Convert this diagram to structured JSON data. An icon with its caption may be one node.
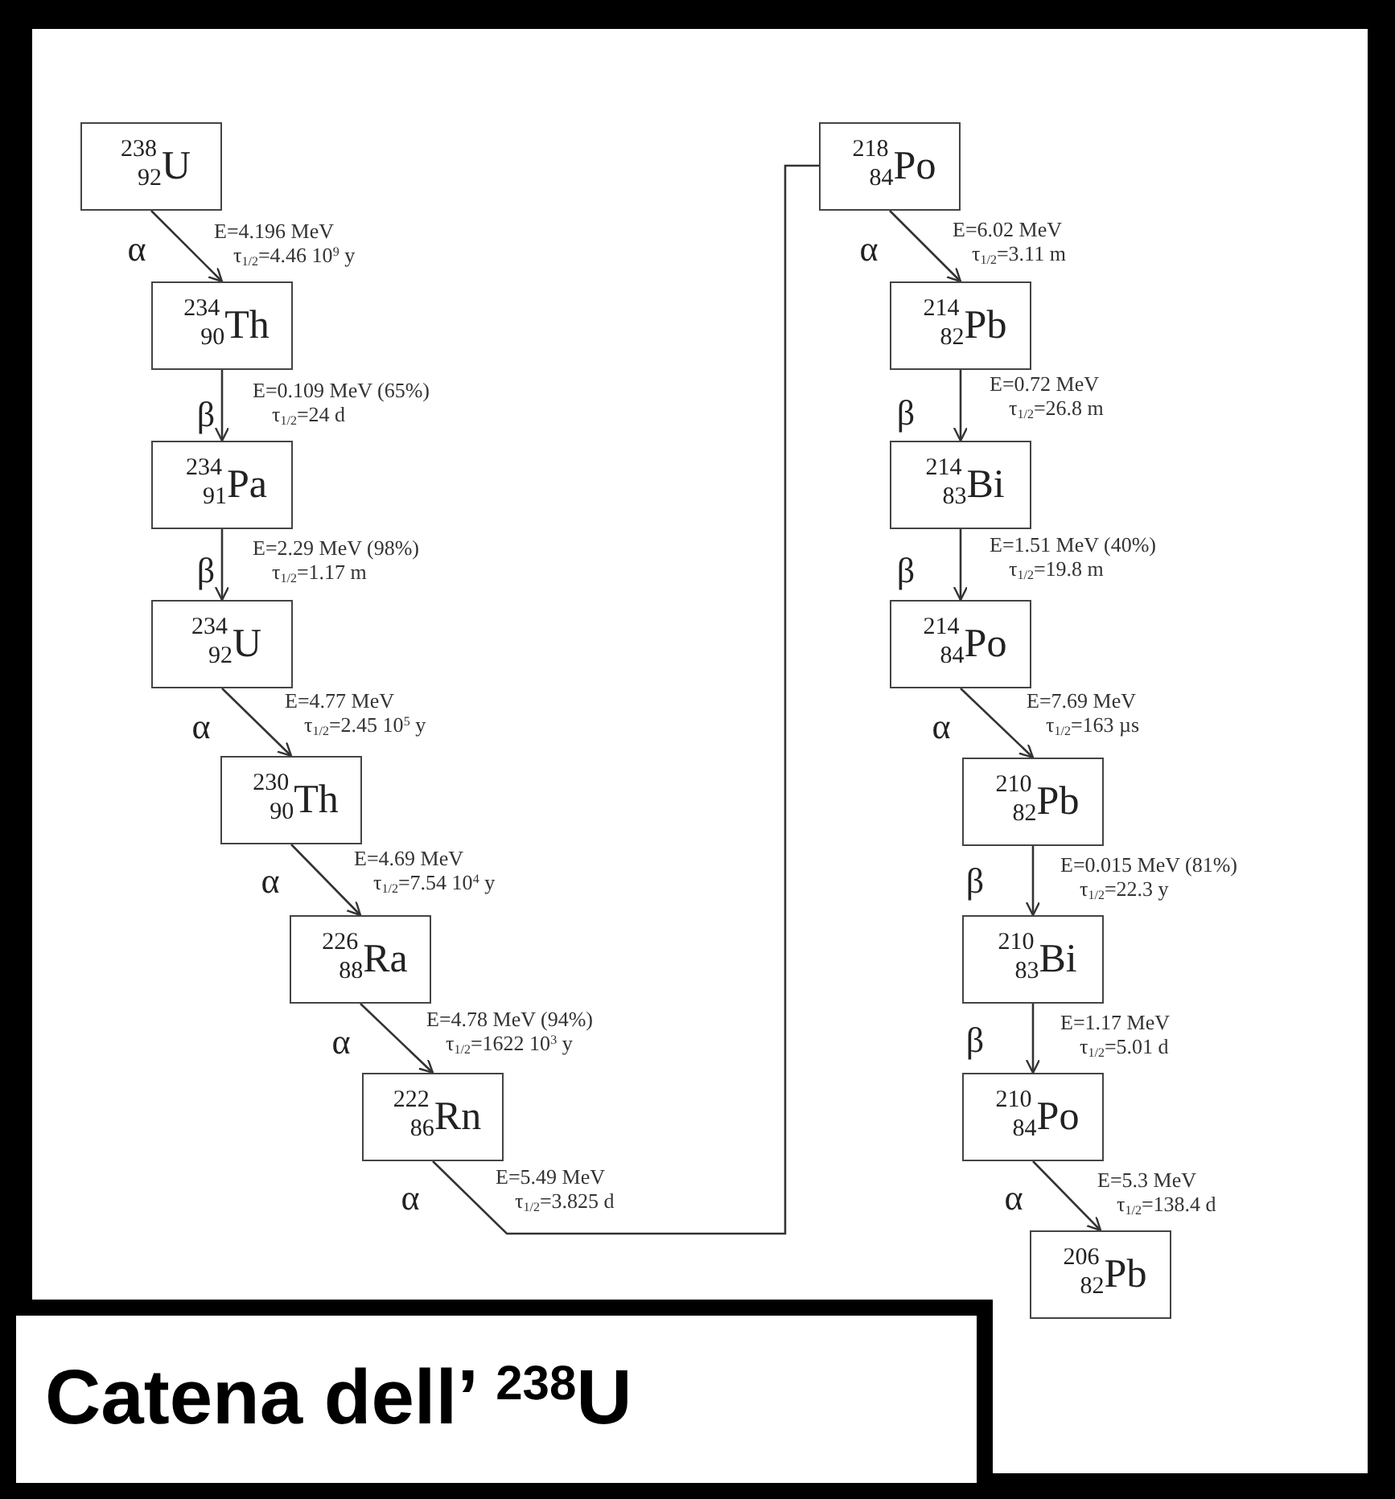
{
  "diagram": {
    "title": "Catena dell’ $^{238}$U",
    "nodes": [
      {
        "text": [
          "$^{238}$$_{92}$U"
        ]
      },
      {
        "text": [
          "$^{234}$$_{90}$Th"
        ]
      },
      {
        "text": [
          "$^{234}$$_{91}$Pa"
        ]
      },
      {
        "text": [
          "$^{234}$$_{92}$U"
        ]
      },
      {
        "text": [
          "$^{230}$$_{90}$Th"
        ]
      },
      {
        "text": [
          "$^{226}$$_{88}$Ra"
        ]
      },
      {
        "text": [
          "$^{222}$$_{86}$Rn"
        ]
      },
      {
        "text": [
          "$^{218}$$_{84}$Po"
        ]
      },
      {
        "text": [
          "$^{214}$$_{82}$Pb"
        ]
      },
      {
        "text": [
          "$^{214}$$_{83}$Bi"
        ]
      },
      {
        "text": [
          "$^{214}$$_{84}$Po"
        ]
      },
      {
        "text": [
          "$^{210}$$_{82}$Pb"
        ]
      },
      {
        "text": [
          "$^{210}$$_{83}$Bi"
        ]
      },
      {
        "text": [
          "$^{210}$$_{84}$Po"
        ]
      },
      {
        "text": [
          "$^{206}$$_{82}$Pb"
        ]
      }
    ],
    "edges": [
      {
        "from": 0,
        "to": 1,
        "arrow": "to",
        "label": "E=4.196 MeV τ$_{1/2}$=4.46 10$^{9}$ y"
      },
      {
        "from": 1,
        "to": 2,
        "arrow": "to",
        "label": "E=0.109 MeV (65%) τ$_{1/2}$=24 d"
      },
      {
        "from": 2,
        "to": 3,
        "arrow": "to",
        "label": "E=2.29 MeV (98%) τ$_{1/2}$=1.17 m"
      },
      {
        "from": 3,
        "to": 4,
        "arrow": "to",
        "label": "E=4.77 MeV τ$_{1/2}$=2.45 10$^{5}$ y"
      },
      {
        "from": 4,
        "to": 5,
        "arrow": "to",
        "label": "E=4.69 MeV τ$_{1/2}$=7.54 10$^{4}$ y"
      },
      {
        "from": 5,
        "to": 6,
        "arrow": "to",
        "label": "E=4.78 MeV (94%) τ$_{1/2}$=1622 10$^{3}$ y"
      },
      {
        "from": 6,
        "to": 7,
        "arrow": "none",
        "label": "E=5.49 MeV τ$_{1/2}$=3.825 d"
      },
      {
        "from": 7,
        "to": 8,
        "arrow": "to",
        "label": "E=6.02 MeV τ$_{1/2}$=3.11 m"
      },
      {
        "from": 8,
        "to": 9,
        "arrow": "to",
        "label": "E=0.72 MeV τ$_{1/2}$=26.8 m"
      },
      {
        "from": 9,
        "to": 10,
        "arrow": "to",
        "label": "E=1.51 MeV (40%) τ$_{1/2}$=19.8 m"
      },
      {
        "from": 10,
        "to": 11,
        "arrow": "to",
        "label": "E=7.69 MeV τ$_{1/2}$=163 µs"
      },
      {
        "from": 11,
        "to": 12,
        "arrow": "to",
        "label": "E=0.015 MeV (81%) τ$_{1/2}$=22.3 y"
      },
      {
        "from": 12,
        "to": 13,
        "arrow": "to",
        "label": "E=1.17 MeV τ$_{1/2}$=5.01 d"
      },
      {
        "from": 13,
        "to": 14,
        "arrow": "to",
        "label": "E=5.3 MeV τ$_{1/2}$=138.4 d"
      }
    ],
    "labels": [
      "α",
      "β",
      "β",
      "α",
      "α",
      "α",
      "α",
      "α",
      "β",
      "β",
      "α",
      "β",
      "β",
      "α"
    ]
  }
}
